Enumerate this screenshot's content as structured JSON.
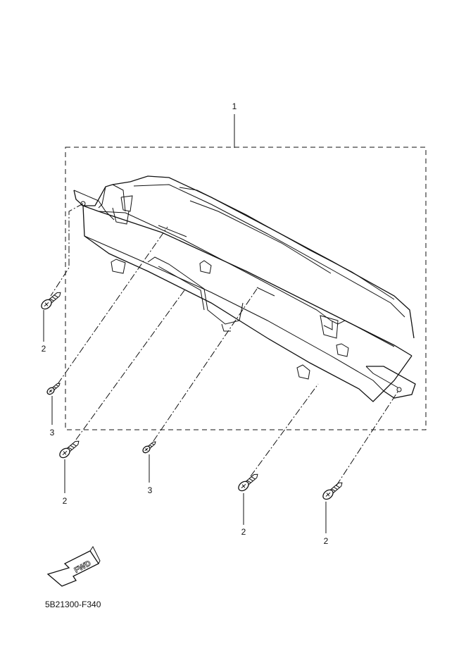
{
  "callouts": {
    "assembly": "1",
    "screw_a": "2",
    "screw_b": "3",
    "screw_c": "2",
    "screw_d": "3",
    "screw_e": "2",
    "screw_f": "2"
  },
  "fwd_arrow": {
    "label": "FWD",
    "icon": "forward-arrow-icon"
  },
  "diagram_code": "5B21300-F340"
}
